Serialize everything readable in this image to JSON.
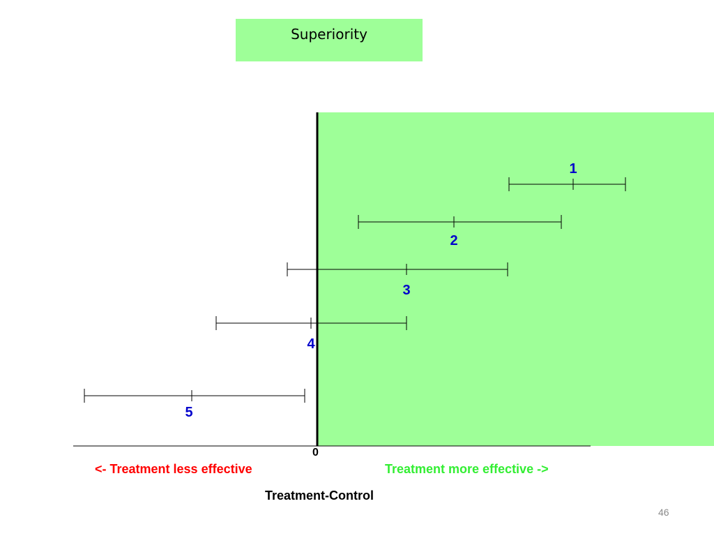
{
  "slide": {
    "title": "Superiority",
    "page_number": "46"
  },
  "axis": {
    "zero_label": "0",
    "axis_title": "Treatment-Control",
    "less_effective_label": "<- Treatment less effective",
    "more_effective_label": "Treatment more effective ->"
  },
  "colors": {
    "superiority_region": "#9eff98",
    "less_effective_text": "#ff0000",
    "more_effective_text": "#33ee33",
    "trial_label": "#0000cc"
  },
  "chart_data": {
    "type": "forest",
    "x_reference": 0,
    "trials": [
      {
        "label": "1",
        "lower": 2.75,
        "estimate": 3.67,
        "upper": 4.42
      },
      {
        "label": "2",
        "lower": 0.59,
        "estimate": 1.96,
        "upper": 3.5
      },
      {
        "label": "3",
        "lower": -0.43,
        "estimate": 1.28,
        "upper": 2.73
      },
      {
        "label": "4",
        "lower": -1.45,
        "estimate": -0.09,
        "upper": 1.28
      },
      {
        "label": "5",
        "lower": -3.34,
        "estimate": -1.8,
        "upper": -0.18
      }
    ]
  }
}
